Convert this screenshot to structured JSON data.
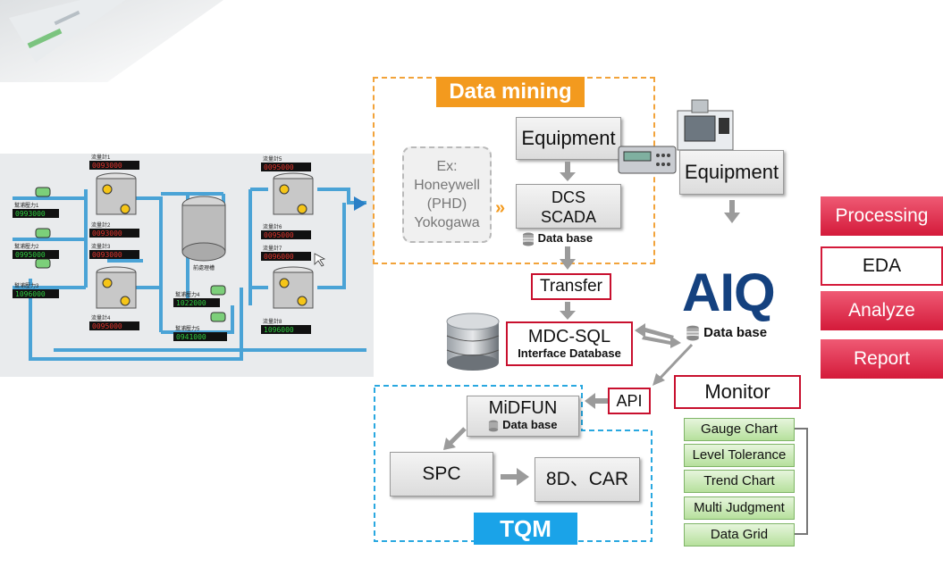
{
  "colors": {
    "orange": "#f39a1e",
    "blue": "#1aa3e8",
    "red": "#d41a3a",
    "aiq_blue": "#14417f",
    "arrow_gray": "#9b9b9b"
  },
  "data_mining": {
    "title": "Data mining",
    "ex_box": {
      "line1": "Ex:",
      "line2": "Honeywell",
      "line3": "(PHD)",
      "line4": "Yokogawa"
    },
    "equipment_label": "Equipment",
    "dcs_line1": "DCS",
    "dcs_line2": "SCADA",
    "database_label": "Data base"
  },
  "equipment_right": "Equipment",
  "transfer_label": "Transfer",
  "mdc": {
    "line1": "MDC-SQL",
    "line2": "Interface Database"
  },
  "aiq": {
    "logo": "AIQ",
    "database_label": "Data base"
  },
  "api_label": "API",
  "tqm": {
    "title": "TQM",
    "midfun": "MiDFUN",
    "midfun_db": "Data base",
    "spc": "SPC",
    "car": "8D、CAR"
  },
  "monitor": {
    "title": "Monitor",
    "items": [
      "Gauge Chart",
      "Level Tolerance",
      "Trend Chart",
      "Multi Judgment",
      "Data Grid"
    ]
  },
  "side_menu": {
    "items": [
      "Processing",
      "EDA",
      "Analyze",
      "Report"
    ]
  },
  "scada": {
    "labels": [
      "流量計1",
      "流量計2",
      "流量計3",
      "流量計4",
      "流量計5",
      "流量計6",
      "流量計7",
      "流量計8",
      "幫浦壓力1",
      "幫浦壓力2",
      "幫浦壓力3",
      "幫浦壓力4",
      "幫浦壓力5",
      "前處理槽"
    ],
    "readouts": [
      "0093000",
      "0093000",
      "0093000",
      "0095000",
      "0095000",
      "0095000",
      "0096000",
      "1096000",
      "0993000",
      "0995000",
      "1096000",
      "1022000",
      "0941000"
    ]
  }
}
